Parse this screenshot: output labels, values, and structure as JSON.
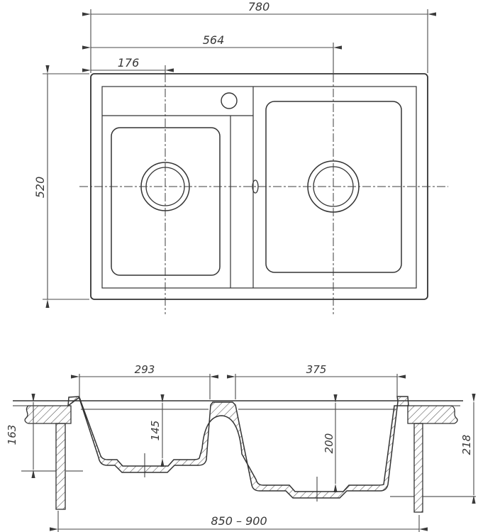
{
  "drawing": {
    "type": "technical-drawing",
    "subject": "double-bowl kitchen sink, plan view and cross-section",
    "colors": {
      "object_line": "#333333",
      "dim_line": "#4a4a4a",
      "background": "#ffffff"
    }
  },
  "top_view": {
    "dims": {
      "total_width": "780",
      "right_drain_offset": "564",
      "left_drain_offset": "176",
      "total_depth": "520"
    }
  },
  "section_view": {
    "dims": {
      "left_bowl_width": "293",
      "right_bowl_width": "375",
      "left_bowl_depth": "145",
      "right_bowl_depth": "200",
      "left_overall_height": "163",
      "right_overall_height": "218",
      "cabinet_width_range": "850 – 900"
    }
  }
}
